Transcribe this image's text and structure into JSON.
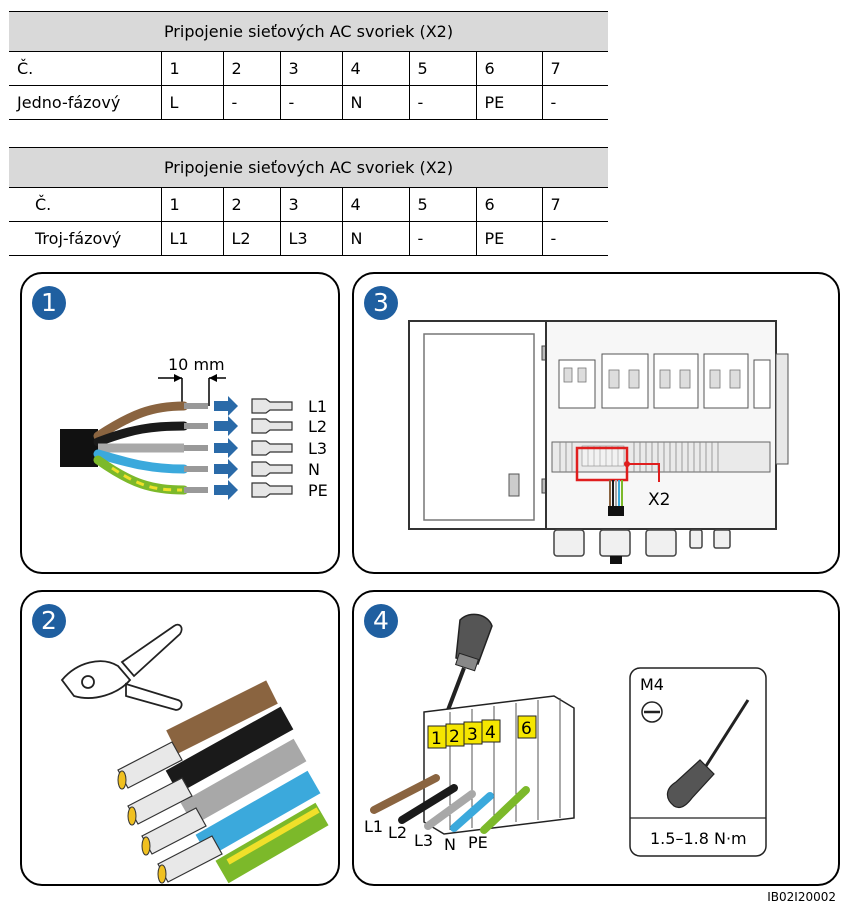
{
  "table_single": {
    "title": "Pripojenie sieťových AC svoriek (X2)",
    "header": [
      "Č.",
      "1",
      "2",
      "3",
      "4",
      "5",
      "6",
      "7"
    ],
    "row": [
      "Jedno-fázový",
      "L",
      "-",
      "-",
      "N",
      "-",
      "PE",
      "-"
    ]
  },
  "table_three": {
    "title": "Pripojenie sieťových AC svoriek (X2)",
    "header": [
      "Č.",
      "1",
      "2",
      "3",
      "4",
      "5",
      "6",
      "7"
    ],
    "row": [
      "Troj-fázový",
      "L1",
      "L2",
      "L3",
      "N",
      "-",
      "PE",
      "-"
    ]
  },
  "steps": {
    "s1": "1",
    "s2": "2",
    "s3": "3",
    "s4": "4"
  },
  "panel1": {
    "strip_length": "10 mm",
    "wires": [
      "L1",
      "L2",
      "L3",
      "N",
      "PE"
    ],
    "wire_colors": [
      "#8a6440",
      "#1a1a1a",
      "#a8a8a8",
      "#3ba9dc",
      "#7cb92a"
    ],
    "arrow_color": "#2a6aa8"
  },
  "panel3": {
    "terminal_label": "X2",
    "highlight_color": "#e01e1e"
  },
  "panel4": {
    "terminal_numbers": [
      "1",
      "2",
      "3",
      "4",
      "6"
    ],
    "wires": [
      "L1",
      "L2",
      "L3",
      "N",
      "PE"
    ],
    "tool_size": "M4",
    "torque": "1.5–1.8 N·m",
    "label_color": "#f5e600"
  },
  "figure_id": "IB02I20002"
}
